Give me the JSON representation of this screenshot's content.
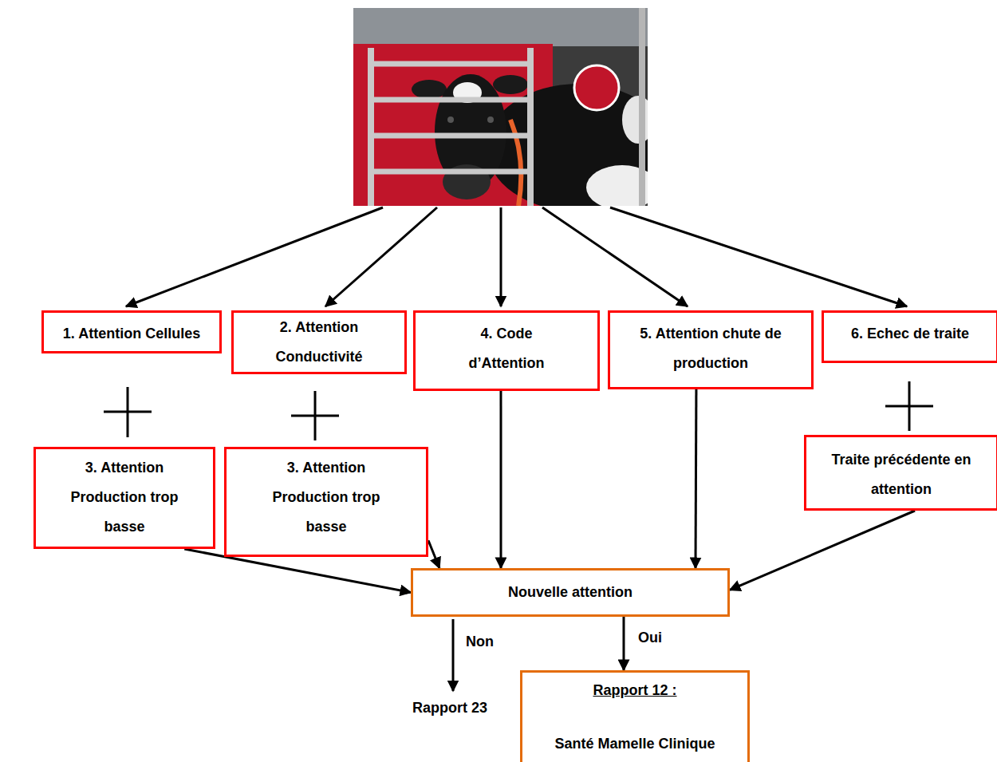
{
  "diagram": {
    "nodes": [
      {
        "text": [
          "1. Attention Cellules"
        ]
      },
      {
        "text": [
          "2. Attention Conductivité"
        ]
      },
      {
        "text": [
          "4. Code d’Attention"
        ]
      },
      {
        "text": [
          "5. Attention chute de production"
        ]
      },
      {
        "text": [
          "6. Echec de traite"
        ]
      },
      {
        "text": [
          "3. Attention Production trop basse"
        ]
      },
      {
        "text": [
          "3. Attention Production trop basse"
        ]
      },
      {
        "text": [
          "Traite précédente en attention"
        ]
      },
      {
        "text": [
          "Nouvelle attention"
        ]
      },
      {
        "text": [
          "Rapport 12 :",
          "Santé Mamelle Clinique"
        ]
      }
    ],
    "edges": [
      {
        "from": 5,
        "to": 8,
        "arrow": "to"
      },
      {
        "from": 6,
        "to": 8,
        "arrow": "to"
      },
      {
        "from": 2,
        "to": 8,
        "arrow": "to"
      },
      {
        "from": 3,
        "to": 8,
        "arrow": "to"
      },
      {
        "from": 7,
        "to": 8,
        "arrow": "to"
      },
      {
        "from": 8,
        "to": 9,
        "label": "Oui",
        "arrow": "to"
      }
    ],
    "labels": [
      "Non",
      "Rapport 23"
    ]
  }
}
